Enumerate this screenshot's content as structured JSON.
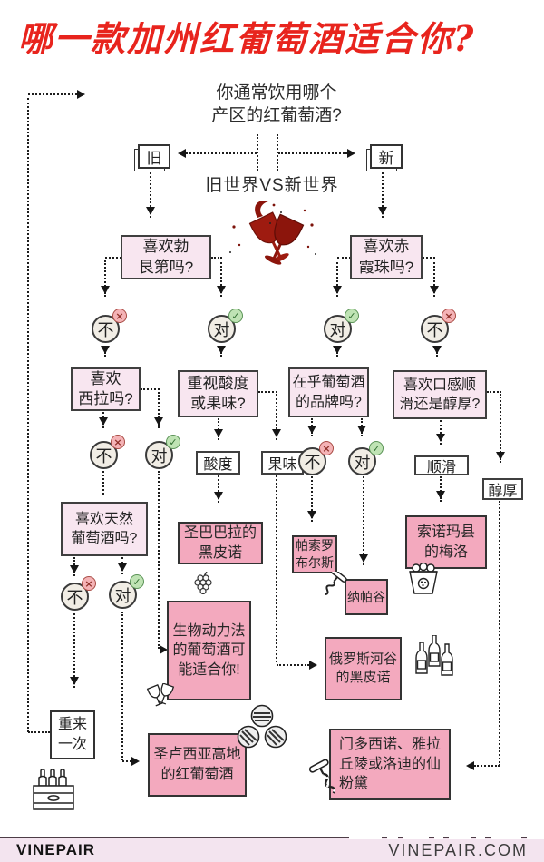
{
  "title": "哪一款加州红葡萄酒适合你?",
  "intro_question": {
    "line1": "你通常饮用哪个",
    "line2": "产区的红葡萄酒?"
  },
  "world": {
    "old_tag": "旧",
    "new_tag": "新",
    "versus": "旧世界VS新世界"
  },
  "questions": {
    "burgundy": {
      "line1": "喜欢勃",
      "line2": "艮第吗?"
    },
    "cabernet": {
      "line1": "喜欢赤",
      "line2": "霞珠吗?"
    },
    "syrah": {
      "line1": "喜欢",
      "line2": "西拉吗?"
    },
    "acid_fruit": {
      "line1": "重视酸度",
      "line2": "或果味?"
    },
    "brand": {
      "line1": "在乎葡萄酒",
      "line2": "的品牌吗?"
    },
    "texture": {
      "line1": "喜欢口感顺",
      "line2": "滑还是醇厚?"
    },
    "natural": {
      "line1": "喜欢天然",
      "line2": "葡萄酒吗?"
    }
  },
  "answers": {
    "no": "不",
    "yes": "对",
    "acidity": "酸度",
    "fruit": "果味",
    "smooth": "顺滑",
    "full_bodied": "醇厚"
  },
  "results": {
    "santa_barbara": {
      "line1": "圣巴巴拉的",
      "line2": "黑皮诺"
    },
    "biodynamic": {
      "line1": "生物动力法",
      "line2": "的葡萄酒可",
      "line3": "能适合你!"
    },
    "paso_robles": {
      "line1": "帕索罗",
      "line2": "布尔斯"
    },
    "napa": {
      "line1": "纳帕谷"
    },
    "sonoma": {
      "line1": "索诺玛县",
      "line2": "的梅洛"
    },
    "russian_river": {
      "line1": "俄罗斯河谷",
      "line2": "的黑皮诺"
    },
    "santa_lucia": {
      "line1": "圣卢西亚高地",
      "line2": "的红葡萄酒"
    },
    "mendocino": {
      "line1": "门多西诺、雅拉",
      "line2": "丘陵或洛迪的仙",
      "line3": "粉黛"
    },
    "start_over": {
      "line1": "重来",
      "line2": "一次"
    }
  },
  "icons": {
    "cross": "×",
    "check": "✓"
  },
  "footer": {
    "logo": "VINEPAIR",
    "site": "VINEPAIR.COM"
  },
  "colors": {
    "title_red": "#e8241d",
    "question_box_pink": "#f8e6f0",
    "result_box_pink": "#f3a9be",
    "footer_pink": "#f3e4ef",
    "no_badge": "#f4b3b6",
    "yes_badge": "#bfe3b4",
    "wine_red": "#9e1b10",
    "line_dark": "#1d1d1d"
  }
}
